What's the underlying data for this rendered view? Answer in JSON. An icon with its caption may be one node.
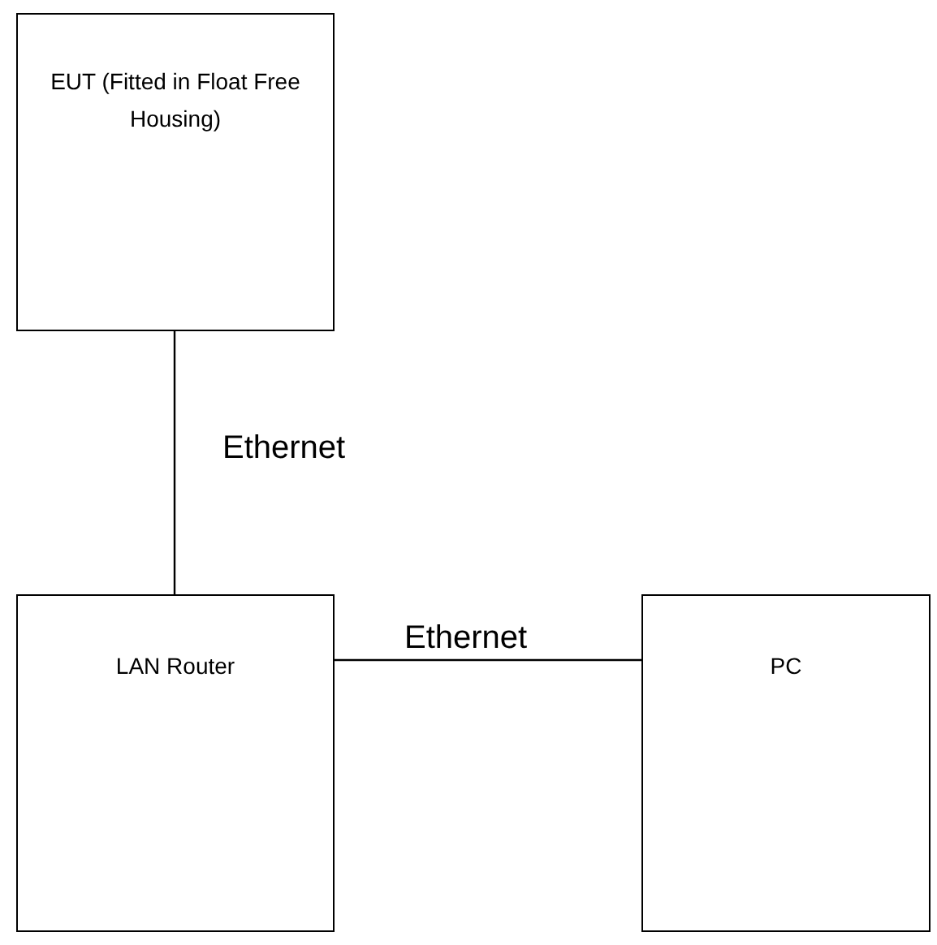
{
  "diagram": {
    "nodes": [
      {
        "text": [
          "EUT (Fitted in Float Free Housing)"
        ]
      },
      {
        "text": [
          "LAN Router"
        ]
      },
      {
        "text": [
          "PC"
        ]
      }
    ],
    "edges": [
      {
        "from": 0,
        "to": 1,
        "arrow": "none",
        "label": "Ethernet"
      },
      {
        "from": 1,
        "to": 2,
        "arrow": "none",
        "label": "Ethernet"
      }
    ]
  }
}
